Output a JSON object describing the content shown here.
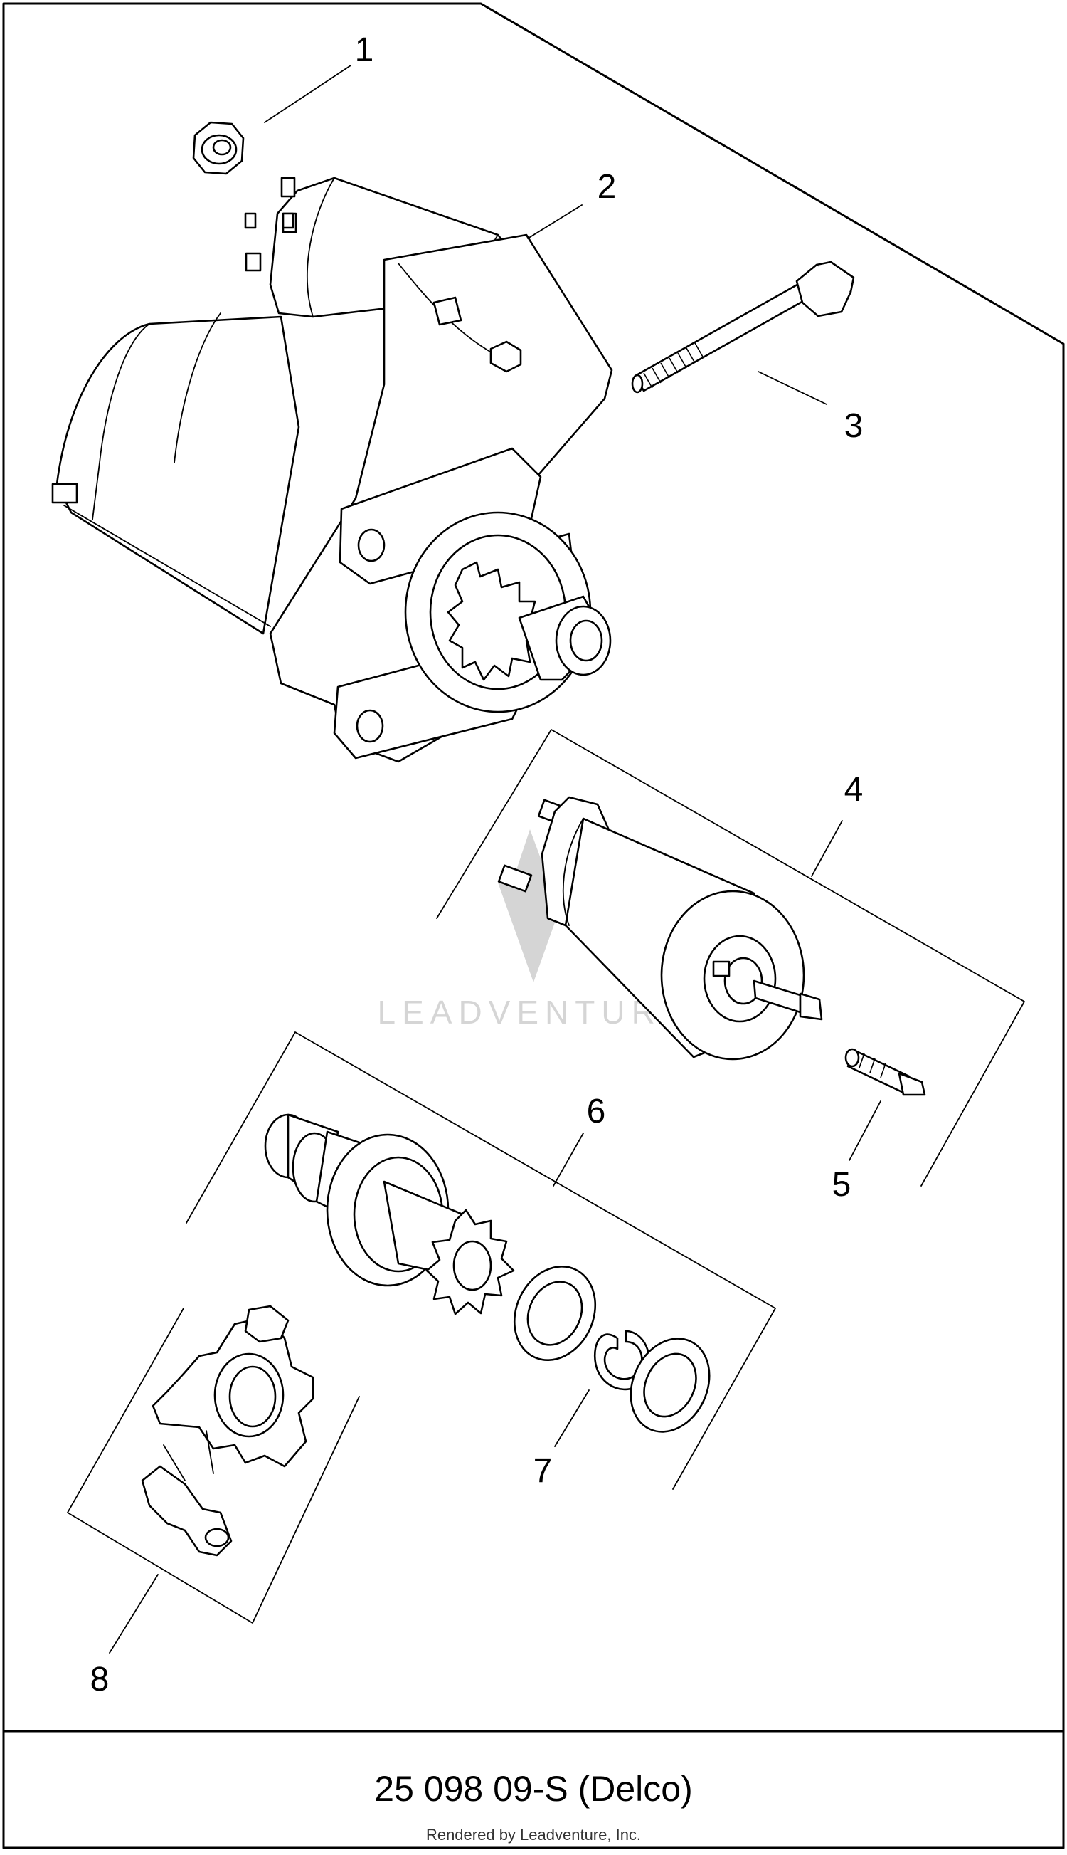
{
  "callouts": [
    "1",
    "2",
    "3",
    "4",
    "5",
    "6",
    "7",
    "8"
  ],
  "watermark": "LEADVENTURE",
  "footer": {
    "title": "25 098 09-S (Delco)",
    "credit": "Rendered by Leadventure, Inc."
  }
}
